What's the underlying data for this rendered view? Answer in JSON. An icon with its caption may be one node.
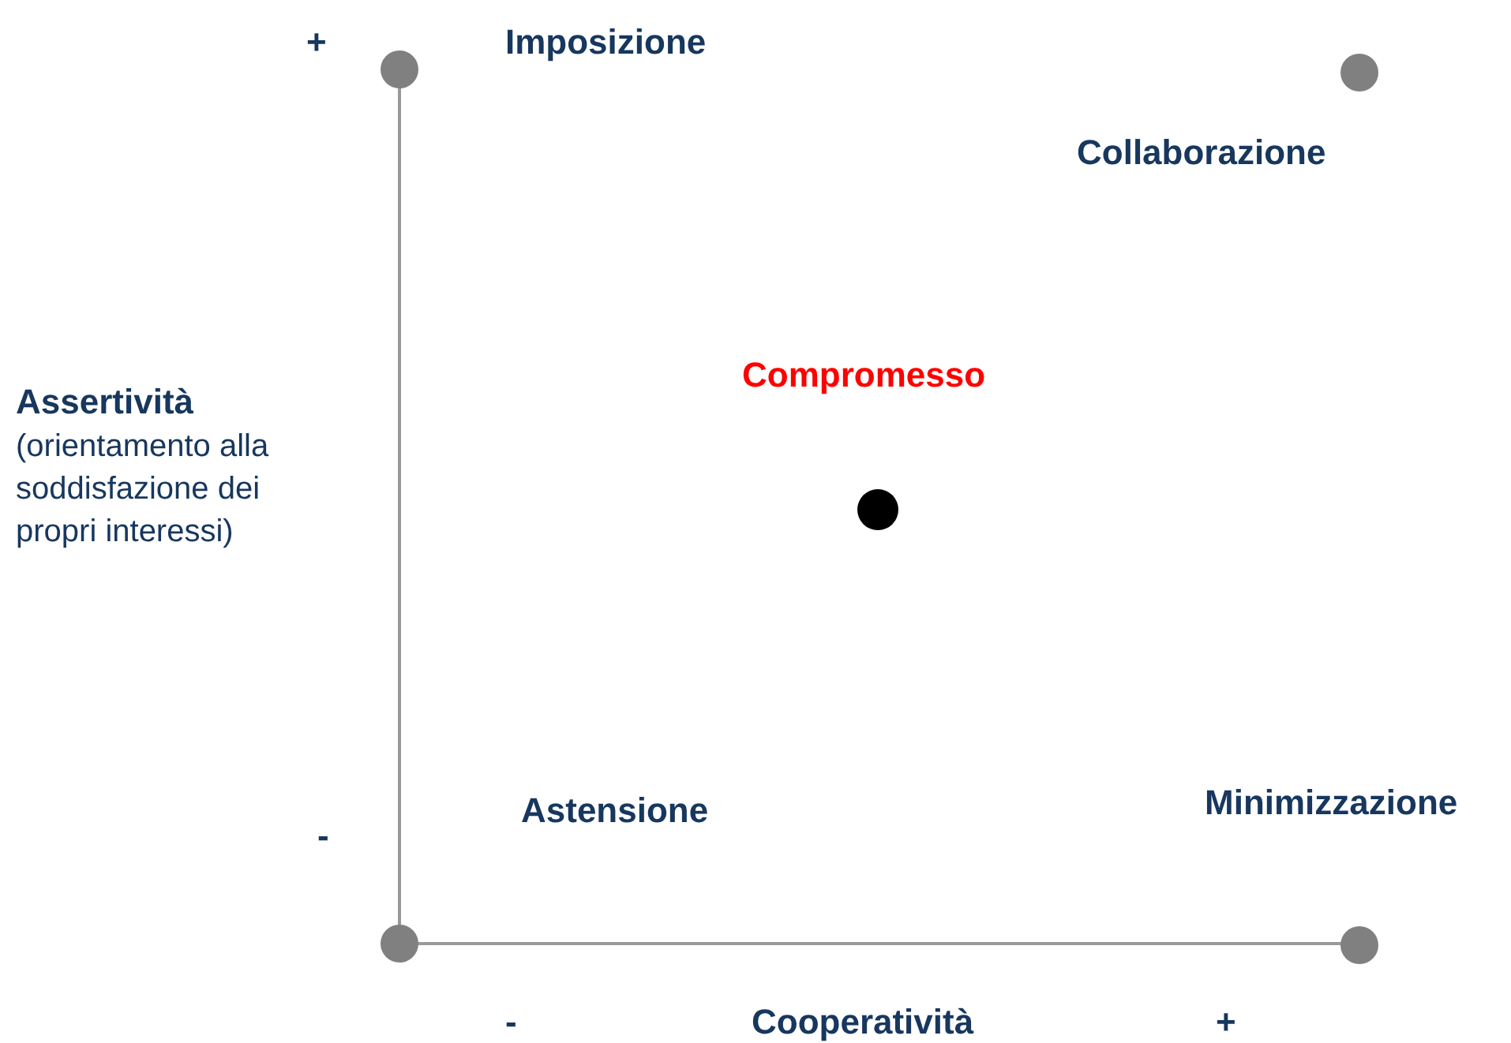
{
  "diagram": {
    "labels": [
      "+",
      "Imposizione",
      "Collaborazione",
      "Compromesso",
      "Assertività",
      "(orientamento alla soddisfazione dei propri interessi)",
      "Astensione",
      "Minimizzazione",
      "-",
      "-",
      "Cooperatività",
      "+"
    ]
  }
}
